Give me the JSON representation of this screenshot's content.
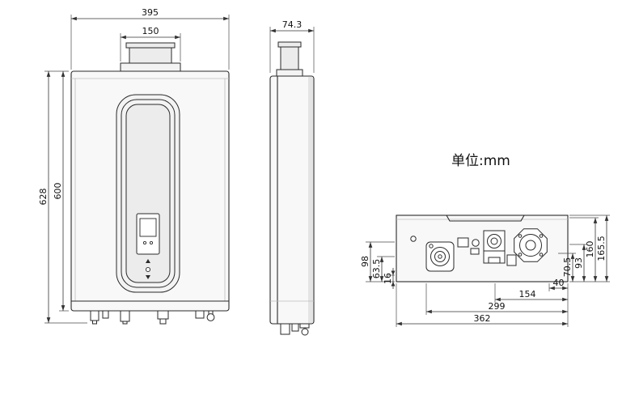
{
  "palette": {
    "line": "#2a2a2a",
    "dimension_line": "#333333",
    "fill_light": "#f8f8f8",
    "background": "#ffffff"
  },
  "unit_label": "单位:mm",
  "front_view": {
    "width": "395",
    "flue_width": "150",
    "total_height": "628",
    "body_height": "600"
  },
  "side_view": {
    "depth": "74.3"
  },
  "bottom_view": {
    "left": {
      "d98": "98",
      "d63_5": "63.5",
      "d16": "16"
    },
    "right": {
      "d70_5": "70.5",
      "d93": "93",
      "d160": "160",
      "d165_5": "165.5"
    },
    "bottom": {
      "d40": "40",
      "d154": "154",
      "d299": "299",
      "d362": "362"
    }
  }
}
